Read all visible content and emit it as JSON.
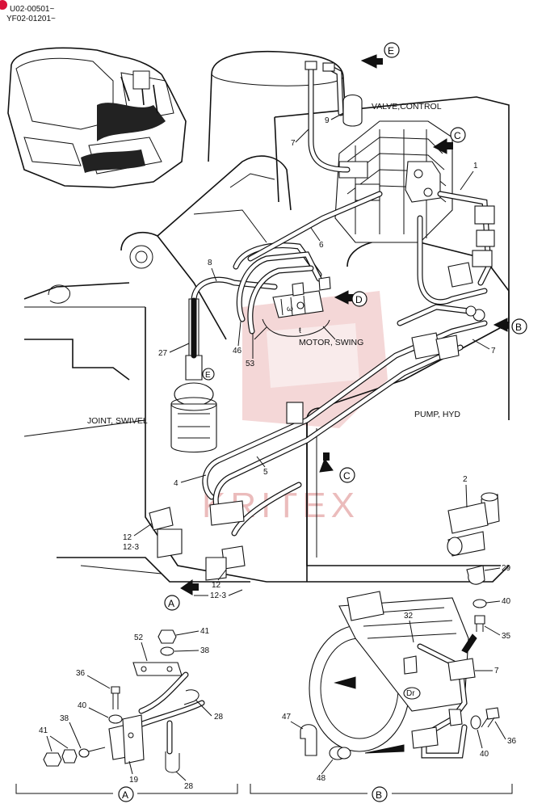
{
  "header": {
    "serial_line_1": "U02-00501~",
    "serial_line_2": "YF02-01201~"
  },
  "watermark": "KRITEX",
  "colors": {
    "line": "#111111",
    "watermark": "#e9b5b5",
    "badge": "#d9123a"
  },
  "component_names": {
    "valve_control": "VALVE,CONTROL",
    "motor_swing": "MOTOR, SWING",
    "joint_swivel": "JOINT, SWIVEL",
    "pump_hyd": "PUMP, HYD"
  },
  "view_callouts": {
    "A": "A",
    "B": "B",
    "C": "C",
    "D": "D",
    "E": "E",
    "C2": "C"
  },
  "section_labels": {
    "A": "A",
    "B": "B"
  },
  "fitting_marks": {
    "E": "E",
    "Dr": "Dr"
  },
  "part_numbers": {
    "p1": "1",
    "p2": "2",
    "p4": "4",
    "p5": "5",
    "p6": "6",
    "p7a": "7",
    "p7b": "7",
    "p7c": "7",
    "p8": "8",
    "p9": "9",
    "p12a": "12",
    "p12_3a": "12-3",
    "p12b": "12",
    "p12_3b": "12-3",
    "p19": "19",
    "p27": "27",
    "p28a": "28",
    "p28b": "28",
    "p29": "29",
    "p32": "32",
    "p35": "35",
    "p36a": "36",
    "p36b": "36",
    "p38a": "38",
    "p38b": "38",
    "p40a": "40",
    "p40b": "40",
    "p40c": "40",
    "p41a": "41",
    "p41b": "41",
    "p46": "46",
    "p47": "47",
    "p48": "48",
    "p52": "52",
    "p53": "53"
  }
}
